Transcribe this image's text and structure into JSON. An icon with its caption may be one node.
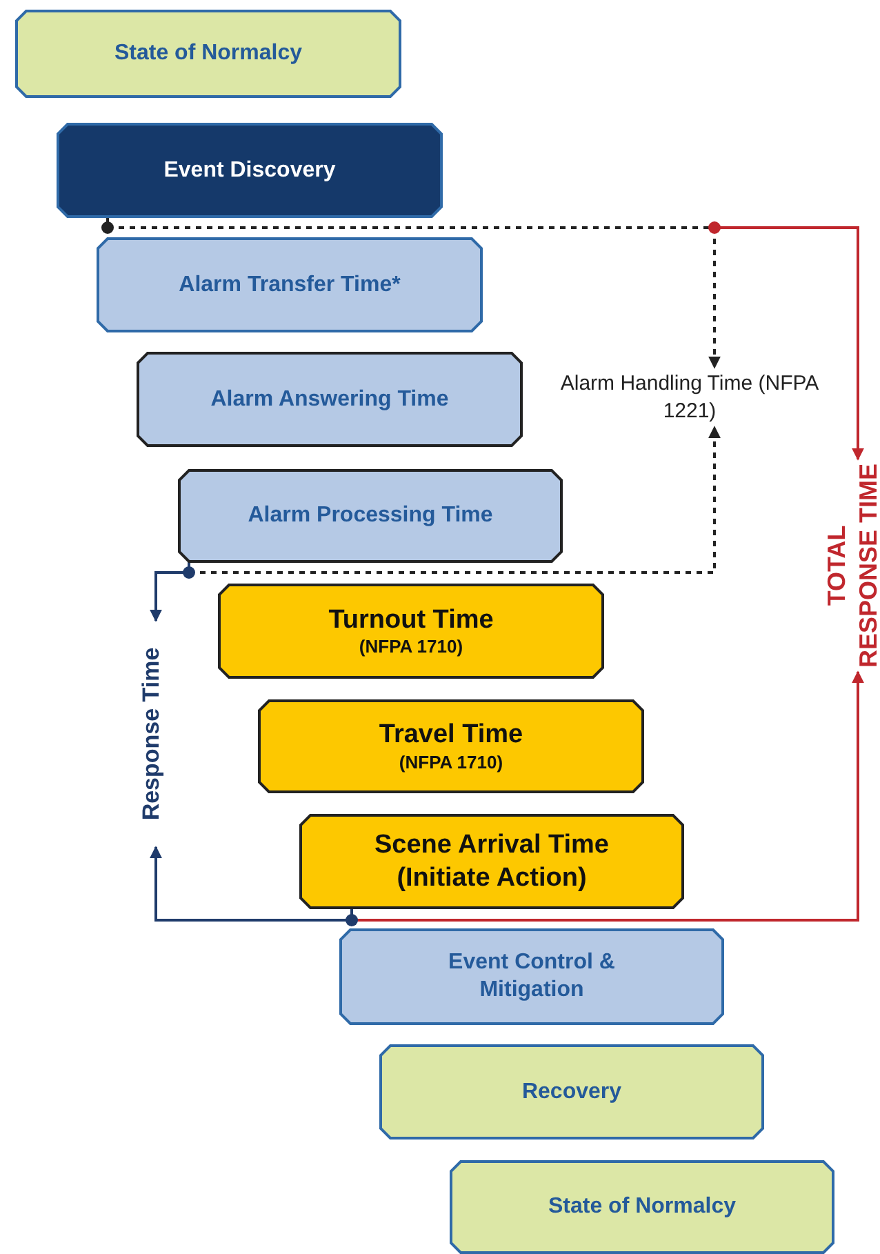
{
  "diagram": {
    "nodes": [
      {
        "text": [
          "State of Normalcy"
        ]
      },
      {
        "text": [
          "Event Discovery"
        ]
      },
      {
        "text": [
          "Alarm Transfer Time*"
        ]
      },
      {
        "text": [
          "Alarm Answering Time"
        ]
      },
      {
        "text": [
          "Alarm Processing Time"
        ]
      },
      {
        "text": [
          "Turnout Time",
          "(NFPA 1710)"
        ]
      },
      {
        "text": [
          "Travel Time",
          "(NFPA 1710)"
        ]
      },
      {
        "text": [
          "Scene Arrival Time (Initiate Action)"
        ]
      },
      {
        "text": [
          "Event Control & Mitigation"
        ]
      },
      {
        "text": [
          "Recovery"
        ]
      },
      {
        "text": [
          "State of Normalcy"
        ]
      },
      {
        "text": [
          "Alarm Handling Time (NFPA 1221)"
        ]
      },
      {
        "text": [
          "Response Time"
        ]
      },
      {
        "text": [
          "TOTAL RESPONSE TIME"
        ]
      }
    ],
    "edges": [
      {
        "from": 1,
        "to": 11,
        "arrow": "to",
        "style": "dashed"
      },
      {
        "from": 4,
        "to": 11,
        "arrow": "to",
        "style": "dashed"
      },
      {
        "from": null,
        "to": 13,
        "arrow": "to",
        "color": "#c0272d"
      },
      {
        "from": 7,
        "to": 13,
        "arrow": "to",
        "color": "#c0272d"
      },
      {
        "from": 4,
        "to": 12,
        "arrow": "to",
        "color": "#1f3b6b"
      },
      {
        "from": 7,
        "to": 12,
        "arrow": "to",
        "color": "#1f3b6b"
      }
    ]
  }
}
